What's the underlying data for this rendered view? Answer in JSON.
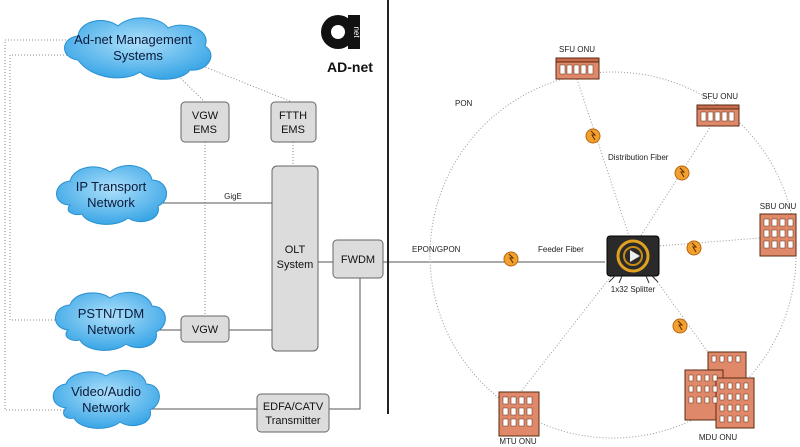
{
  "brand": {
    "logo_letter": "a",
    "logo_tab": "net",
    "name": "AD-net"
  },
  "clouds": {
    "mgmt": [
      "Ad-net Management",
      "Systems"
    ],
    "ip": [
      "IP Transport",
      "Network"
    ],
    "pstn": [
      "PSTN/TDM",
      "Network"
    ],
    "video": [
      "Video/Audio",
      "Network"
    ]
  },
  "boxes": {
    "vgw_ems": [
      "VGW",
      "EMS"
    ],
    "ftth_ems": [
      "FTTH",
      "EMS"
    ],
    "olt": [
      "OLT",
      "System"
    ],
    "fwdm": "FWDM",
    "vgw": "VGW",
    "edfa": [
      "EDFA/CATV",
      "Transmitter"
    ]
  },
  "links": {
    "gige": "GigE",
    "epon": "EPON/GPON",
    "feeder": "Feeder Fiber",
    "distribution": "Distribution Fiber"
  },
  "pon_label": "PON",
  "splitter_label": "1x32 Splitter",
  "onus": {
    "sfu1": "SFU ONU",
    "sfu2": "SFU ONU",
    "sbu": "SBU ONU",
    "mdu": "MDU ONU",
    "mtu": "MTU ONU"
  },
  "colors": {
    "cloud": "#5bb8ec",
    "building": "#e0896a",
    "box": "#dcdcdc",
    "fiber_icon": "#f3a12e"
  }
}
